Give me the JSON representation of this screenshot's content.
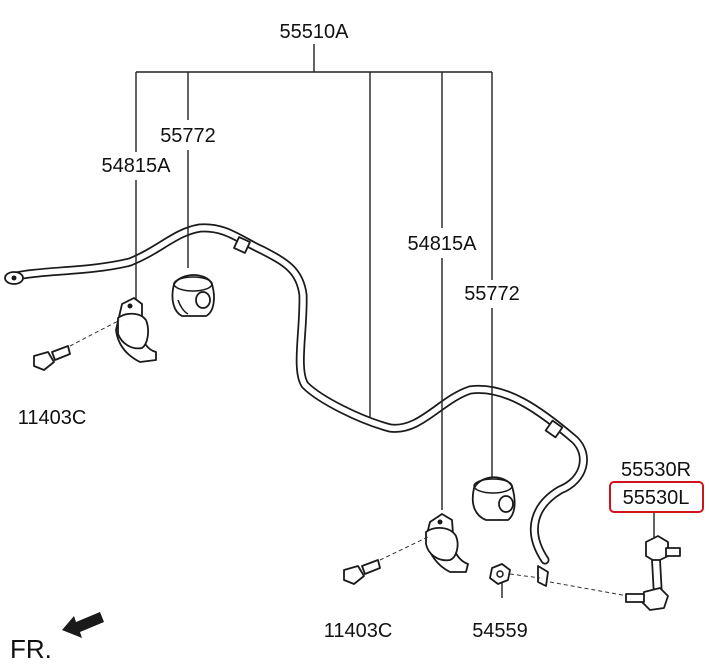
{
  "labels": {
    "stabilizer_bar": "55510A",
    "bushing_upper_left": "55772",
    "bracket_upper_left": "54815A",
    "bracket_right": "54815A",
    "bushing_right": "55772",
    "bolt_left": "11403C",
    "bolt_right": "11403C",
    "nut": "54559",
    "link_right": "55530R",
    "link_left": "55530L",
    "direction": "FR."
  },
  "highlight": {
    "target": "55530L",
    "color": "#d0141c"
  },
  "icons": {
    "direction_arrow": "arrow-left-down-icon"
  }
}
